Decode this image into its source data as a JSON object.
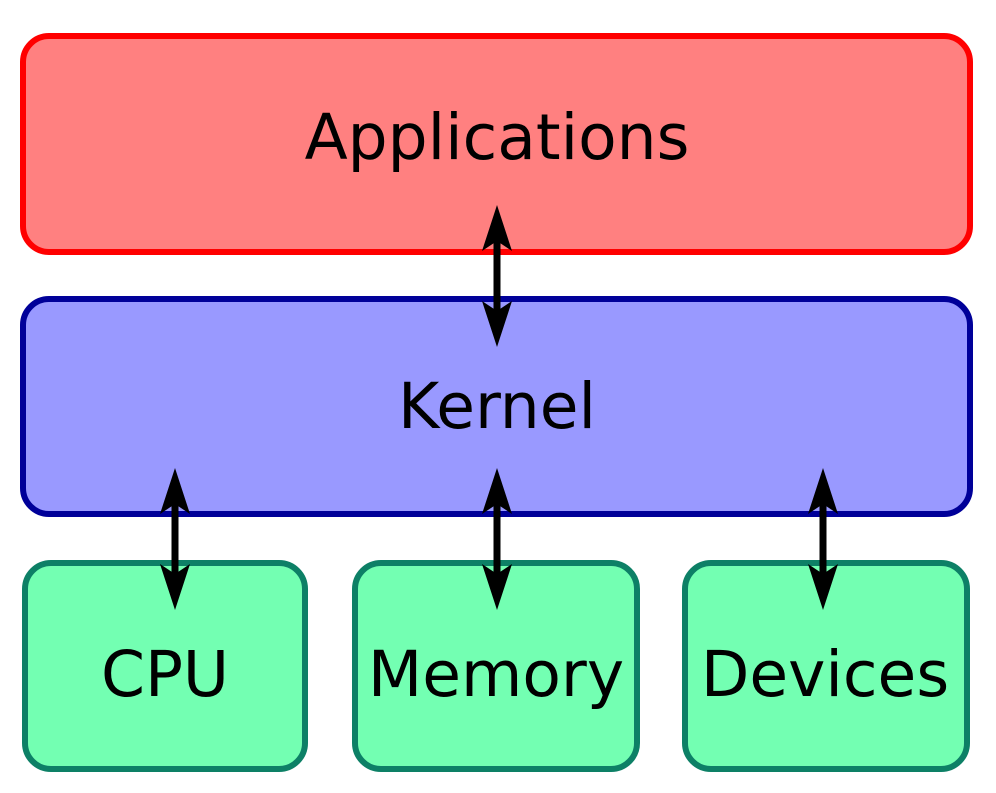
{
  "diagram": {
    "type": "block-diagram",
    "subject": "operating-system-kernel-architecture",
    "background": "#ffffff",
    "text_color": "#000000",
    "arrow_color": "#000000",
    "nodes": {
      "applications": {
        "label": "Applications",
        "fill": "#ff8080",
        "border": "#ff0000"
      },
      "kernel": {
        "label": "Kernel",
        "fill": "#9999ff",
        "border": "#000099"
      },
      "cpu": {
        "label": "CPU",
        "fill": "#73ffb2",
        "border": "#0d8066"
      },
      "memory": {
        "label": "Memory",
        "fill": "#73ffb2",
        "border": "#0d8066"
      },
      "devices": {
        "label": "Devices",
        "fill": "#73ffb2",
        "border": "#0d8066"
      }
    },
    "edges": [
      {
        "from": "Applications",
        "to": "Kernel",
        "style": "double-headed-arrow"
      },
      {
        "from": "Kernel",
        "to": "CPU",
        "style": "double-headed-arrow"
      },
      {
        "from": "Kernel",
        "to": "Memory",
        "style": "double-headed-arrow"
      },
      {
        "from": "Kernel",
        "to": "Devices",
        "style": "double-headed-arrow"
      }
    ]
  }
}
